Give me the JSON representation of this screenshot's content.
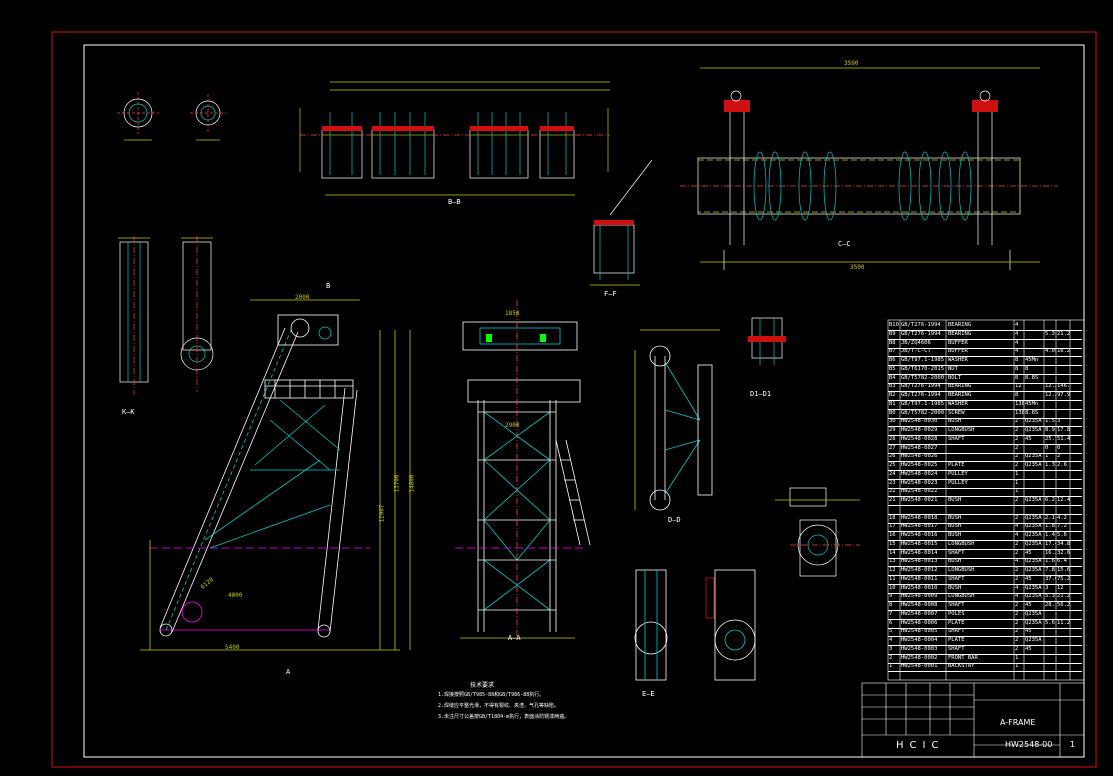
{
  "colors": {
    "background": "#000000",
    "outer_border": "#d01010",
    "inner_border": "#ffffff",
    "structure": "#ffffff",
    "member": "#00c8c8",
    "dimension": "#c8c800",
    "centerline": "#ff4040",
    "hatch": "#00ff00",
    "section_mark": "#ffffff",
    "magenta": "#ff00ff"
  },
  "dimensions": {
    "top_span": "3590",
    "bottom_span": "3500",
    "a_frame_width": "2000",
    "a_frame_base": "5400",
    "a_frame_height": "14800",
    "a_frame_height2": "13700",
    "a_frame_height3": "12907",
    "leg_dim": "4000",
    "mid_top": "1850",
    "mid_width": "2900",
    "stair_dim": "6120"
  },
  "section_labels": {
    "b_b": "B—B",
    "f_f": "F—F",
    "k_k": "K—K",
    "a_a": "A—A",
    "c_c": "C—C",
    "d_d": "D—D",
    "d1_d1": "D1—D1",
    "e_e": "E—E",
    "view_a": "A",
    "view_b": "B"
  },
  "notes": {
    "heading": "技术要求",
    "lines": [
      "1.焊接按照GB/T985-88和GB/T986-88执行。",
      "2.焊缝应平整光滑，不得有裂纹、夹渣、气孔等缺陷。",
      "3.未注尺寸公差按GB/T1804-m执行，表面涂防锈漆两遍。"
    ]
  },
  "bom": {
    "rows": [
      {
        "no": "B10",
        "code": "GB/T276-1994",
        "name": "BEARING",
        "qty": "4",
        "mat": "",
        "w": "",
        "total": ""
      },
      {
        "no": "B9",
        "code": "GB/T276-1994",
        "name": "BEARING",
        "qty": "4",
        "mat": "",
        "w": "5.3",
        "total": "21.2"
      },
      {
        "no": "B8",
        "code": "JB/ZQ4606",
        "name": "BUFFER",
        "qty": "4",
        "mat": "",
        "w": "",
        "total": ""
      },
      {
        "no": "B7",
        "code": "JB/T-C-CT",
        "name": "BUFFER",
        "qty": "4",
        "mat": "",
        "w": "4.05",
        "total": "16.2"
      },
      {
        "no": "B6",
        "code": "GB/T97.1-1985",
        "name": "WASHER",
        "qty": "8",
        "mat": "45Mn",
        "w": "",
        "total": ""
      },
      {
        "no": "B5",
        "code": "GB/T6170-2015",
        "name": "NUT",
        "qty": "8",
        "mat": "8",
        "w": "",
        "total": ""
      },
      {
        "no": "B4",
        "code": "GB/T5782-2000",
        "name": "BOLT",
        "qty": "8",
        "mat": "8.8S",
        "w": "",
        "total": ""
      },
      {
        "no": "B3",
        "code": "GB/T276-1994",
        "name": "BEARING",
        "qty": "12",
        "mat": "",
        "w": "12.22",
        "total": "146.64"
      },
      {
        "no": "B2",
        "code": "GB/T276-1994",
        "name": "BEARING",
        "qty": "8",
        "mat": "",
        "w": "12.2",
        "total": "97.92"
      },
      {
        "no": "B1",
        "code": "GB/T97.1-1985",
        "name": "WASHER",
        "qty": "138",
        "mat": "45Mn",
        "w": "",
        "total": ""
      },
      {
        "no": "B0",
        "code": "GB/T5782-2000",
        "name": "SCREW",
        "qty": "138",
        "mat": "8.8S",
        "w": "",
        "total": ""
      },
      {
        "no": "30",
        "code": "HW2548-0030",
        "name": "BUSH",
        "qty": "2",
        "mat": "Q235A",
        "w": "1.5",
        "total": "3"
      },
      {
        "no": "29",
        "code": "HW2548-0029",
        "name": "LONGBUSH",
        "qty": "2",
        "mat": "Q235A",
        "w": "8.9",
        "total": "17.8"
      },
      {
        "no": "28",
        "code": "HW2548-0028",
        "name": "SHAFT",
        "qty": "2",
        "mat": "45",
        "w": "25.7",
        "total": "51.4"
      },
      {
        "no": "27",
        "code": "HW2548-0027",
        "name": "",
        "qty": "2",
        "mat": "",
        "w": "0",
        "total": "0"
      },
      {
        "no": "26",
        "code": "HW2548-0026",
        "name": "",
        "qty": "2",
        "mat": "Q235A",
        "w": "1",
        "total": "2"
      },
      {
        "no": "25",
        "code": "HW2548-0025",
        "name": "PLATE",
        "qty": "2",
        "mat": "Q235A",
        "w": "1.3",
        "total": "2.6"
      },
      {
        "no": "24",
        "code": "HW2548-0024",
        "name": "PULLEY",
        "qty": "1",
        "mat": "",
        "w": "",
        "total": ""
      },
      {
        "no": "23",
        "code": "HW2548-0023",
        "name": "PULLEY",
        "qty": "1",
        "mat": "",
        "w": "",
        "total": ""
      },
      {
        "no": "22",
        "code": "HW2548-0022",
        "name": "",
        "qty": "1",
        "mat": "",
        "w": "",
        "total": ""
      },
      {
        "no": "21",
        "code": "HW2548-0021",
        "name": "BUSH",
        "qty": "2",
        "mat": "Q235A",
        "w": "6.2",
        "total": "12.4"
      },
      {
        "no": "",
        "code": "",
        "name": "",
        "qty": "",
        "mat": "",
        "w": "",
        "total": ""
      },
      {
        "no": "18",
        "code": "HW2548-0018",
        "name": "BUSH",
        "qty": "2",
        "mat": "Q235A",
        "w": "2.1",
        "total": "4.2"
      },
      {
        "no": "17",
        "code": "HW2548-0017",
        "name": "BUSH",
        "qty": "4",
        "mat": "Q235A",
        "w": "1.8",
        "total": "7.2"
      },
      {
        "no": "16",
        "code": "HW2548-0016",
        "name": "BUSH",
        "qty": "4",
        "mat": "Q235A",
        "w": "1.4",
        "total": "5.6"
      },
      {
        "no": "15",
        "code": "HW2548-0015",
        "name": "LONGBUSH",
        "qty": "2",
        "mat": "Q235A",
        "w": "17.4",
        "total": "34.8"
      },
      {
        "no": "14",
        "code": "HW2548-0014",
        "name": "SHAFT",
        "qty": "2",
        "mat": "45",
        "w": "16.3",
        "total": "32.6"
      },
      {
        "no": "13",
        "code": "HW2548-0013",
        "name": "BUSH",
        "qty": "4",
        "mat": "Q235A",
        "w": "1.6",
        "total": "6.4"
      },
      {
        "no": "12",
        "code": "HW2548-0012",
        "name": "LONGBUSH",
        "qty": "2",
        "mat": "Q235A",
        "w": "7.8",
        "total": "15.6"
      },
      {
        "no": "11",
        "code": "HW2548-0011",
        "name": "SHAFT",
        "qty": "2",
        "mat": "45",
        "w": "37.6",
        "total": "75.2"
      },
      {
        "no": "10",
        "code": "HW2548-0010",
        "name": "BUSH",
        "qty": "4",
        "mat": "Q235A",
        "w": "3",
        "total": "12"
      },
      {
        "no": "9",
        "code": "HW2548-0009",
        "name": "LONGBUSH",
        "qty": "4",
        "mat": "Q235A",
        "w": "5.3",
        "total": "21.2"
      },
      {
        "no": "8",
        "code": "HW2548-0008",
        "name": "SHAFT",
        "qty": "2",
        "mat": "45",
        "w": "28.1",
        "total": "56.2"
      },
      {
        "no": "7",
        "code": "HW2548-0007",
        "name": "POLES",
        "qty": "2",
        "mat": "Q235A",
        "w": "",
        "total": ""
      },
      {
        "no": "6",
        "code": "HW2548-0006",
        "name": "PLATE",
        "qty": "2",
        "mat": "Q235A",
        "w": "5.6",
        "total": "11.2"
      },
      {
        "no": "5",
        "code": "HW2548-0005",
        "name": "SHAFT",
        "qty": "2",
        "mat": "45",
        "w": "",
        "total": ""
      },
      {
        "no": "4",
        "code": "HW2548-0004",
        "name": "PLATE",
        "qty": "2",
        "mat": "Q235A",
        "w": "",
        "total": ""
      },
      {
        "no": "3",
        "code": "HW2548-0003",
        "name": "SHAFT",
        "qty": "2",
        "mat": "45",
        "w": "",
        "total": ""
      },
      {
        "no": "2",
        "code": "HW2548-0002",
        "name": "FRONT BAR",
        "qty": "1",
        "mat": "",
        "w": "",
        "total": ""
      },
      {
        "no": "1",
        "code": "HW2548-0001",
        "name": "BACKSTAY",
        "qty": "1",
        "mat": "",
        "w": "",
        "total": ""
      }
    ]
  },
  "title_block": {
    "drawing_title": "A-FRAME",
    "drawing_number": "HW2548-00",
    "company": "HCIC",
    "sheet": "1"
  }
}
